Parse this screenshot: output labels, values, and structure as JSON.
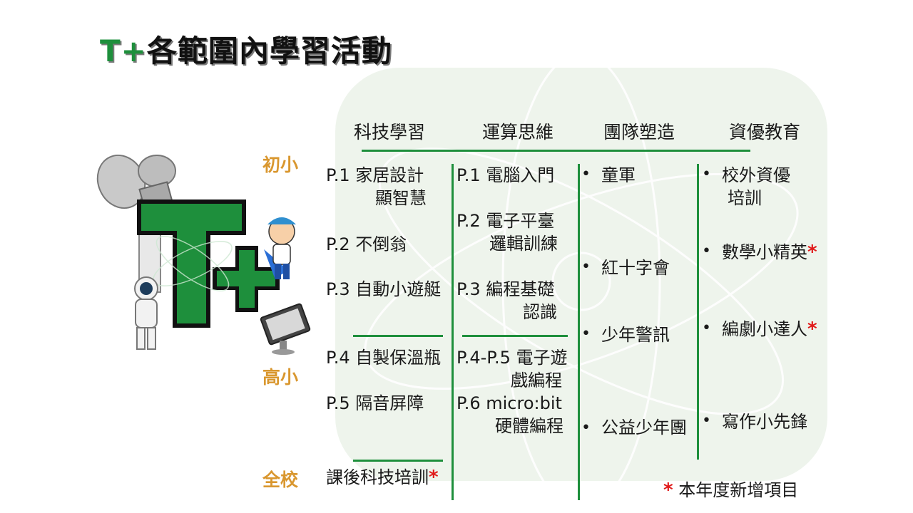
{
  "title": {
    "prefix": "T+",
    "text": "各範圍內學習活動"
  },
  "headers": [
    "科技學習",
    "運算思維",
    "團隊塑造",
    "資優教育"
  ],
  "levels": {
    "lower": "初小",
    "upper": "高小",
    "whole": "全校"
  },
  "tech": {
    "p1_code": "P.1",
    "p1_line1": "家居設計",
    "p1_line2": "顯智慧",
    "p2": "P.2 不倒翁",
    "p3": "P.3 自動小遊艇",
    "p4": "P.4 自製保溫瓶",
    "p5": "P.5 隔音屏障",
    "whole": "課後科技培訓"
  },
  "comp": {
    "p1": "P.1 電腦入門",
    "p2_line1": "P.2 電子平臺",
    "p2_line2": "邏輯訓練",
    "p3_line1": "P.3 編程基礎",
    "p3_line2": "認識",
    "p45_line1": "P.4-P.5 電子遊",
    "p45_line2": "戲編程",
    "p6_line1": "P.6 micro:bit",
    "p6_line2": "硬體編程"
  },
  "team": [
    "童軍",
    "紅十字會",
    "少年警訊",
    "公益少年團"
  ],
  "gifted": {
    "item1_line1": "校外資優",
    "item1_line2": "培訓",
    "item2": "數學小精英",
    "item3": "編劇小達人",
    "item4": "寫作小先鋒"
  },
  "star_symbol": "*",
  "bullet_symbol": "•",
  "note": "本年度新增項目",
  "logo_text": "T+",
  "colors": {
    "green": "#1e8f3c",
    "orange": "#d9972f",
    "red": "#e01919"
  }
}
